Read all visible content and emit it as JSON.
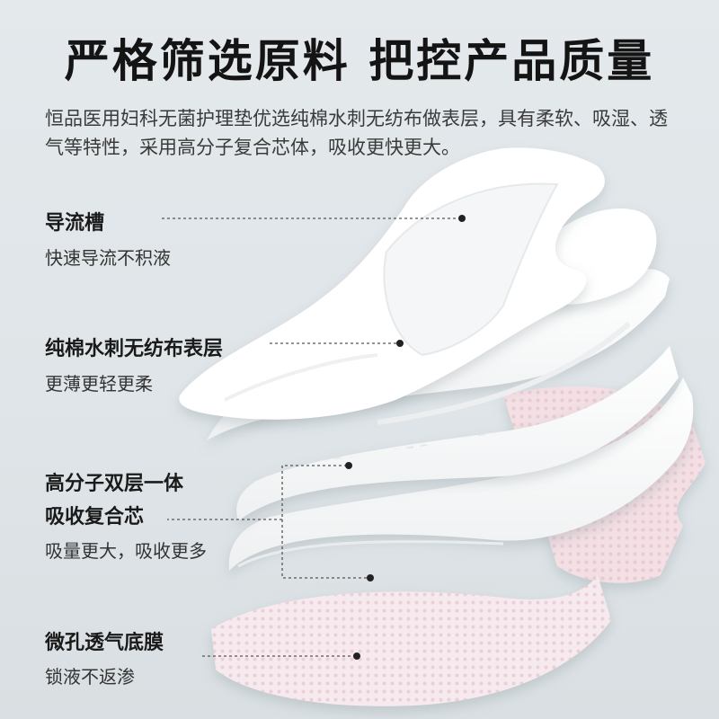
{
  "title": "严格筛选原料 把控产品质量",
  "description": "恒品医用妇科无菌护理垫优选纯棉水刺无纺布做表层，具有柔软、吸湿、透气等特性，采用高分子复合芯体，吸收更快更大。",
  "features": [
    {
      "name": "导流槽",
      "detail": "快速导流不积液"
    },
    {
      "name": "纯棉水刺无纺布表层",
      "detail": "更薄更轻更柔"
    },
    {
      "name_line1": "高分子双层一体",
      "name_line2": "吸收复合芯",
      "detail": "吸量更大，吸收更多"
    },
    {
      "name": "微孔透气底膜",
      "detail": "锁液不返渗"
    }
  ],
  "colors": {
    "background": "#e2e8eb",
    "pad_white": "#ffffff",
    "film_pink": "#f4e2e6"
  }
}
